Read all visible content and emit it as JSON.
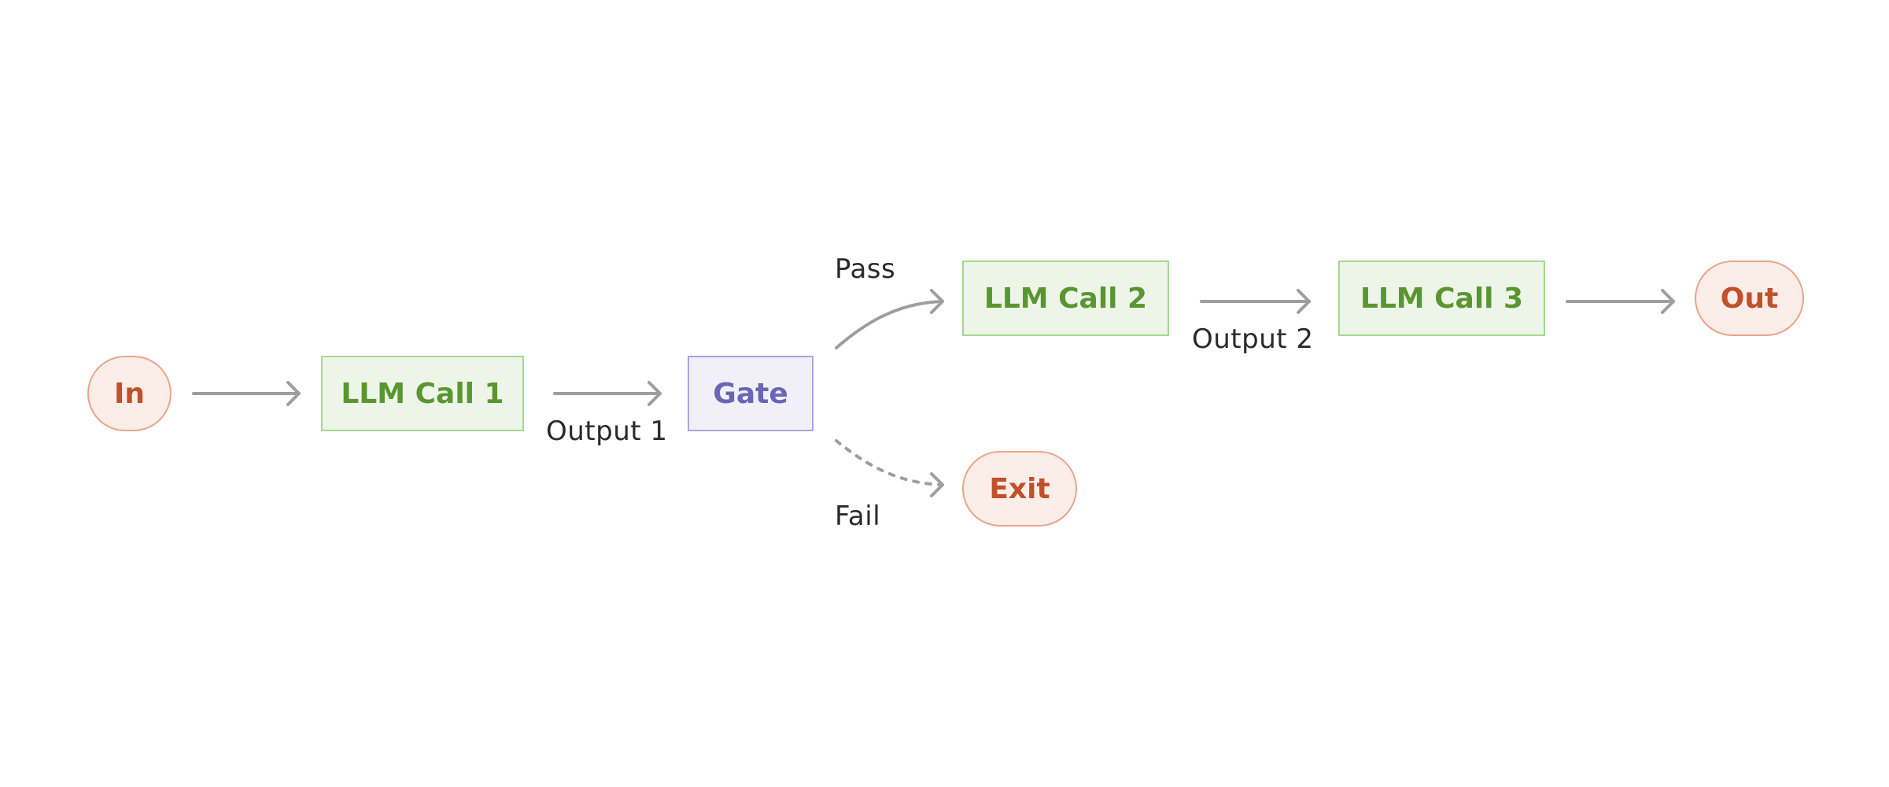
{
  "diagram": {
    "nodes": {
      "input": {
        "label": "In"
      },
      "llm_call_1": {
        "label": "LLM Call 1"
      },
      "gate": {
        "label": "Gate"
      },
      "llm_call_2": {
        "label": "LLM Call 2"
      },
      "llm_call_3": {
        "label": "LLM Call 3"
      },
      "output": {
        "label": "Out"
      },
      "exit": {
        "label": "Exit"
      }
    },
    "edge_labels": {
      "output_1": "Output 1",
      "output_2": "Output 2",
      "pass": "Pass",
      "fail": "Fail"
    },
    "edges": [
      {
        "from": "input",
        "to": "llm_call_1",
        "style": "solid"
      },
      {
        "from": "llm_call_1",
        "to": "gate",
        "style": "solid"
      },
      {
        "from": "gate",
        "to": "llm_call_2",
        "style": "solid"
      },
      {
        "from": "gate",
        "to": "exit",
        "style": "dashed"
      },
      {
        "from": "llm_call_2",
        "to": "llm_call_3",
        "style": "solid"
      },
      {
        "from": "llm_call_3",
        "to": "output",
        "style": "solid"
      }
    ]
  },
  "colors": {
    "terminal_fill": "#fbede8",
    "terminal_border": "#e8a58e",
    "terminal_text": "#c1502b",
    "llm_fill": "#edf5e8",
    "llm_border": "#a6d98f",
    "llm_text": "#5a9630",
    "gate_fill": "#f1f0f9",
    "gate_border": "#a8a4e4",
    "gate_text": "#6b66b3",
    "arrow": "#9e9e9e",
    "label_text": "#2a2a2a"
  }
}
